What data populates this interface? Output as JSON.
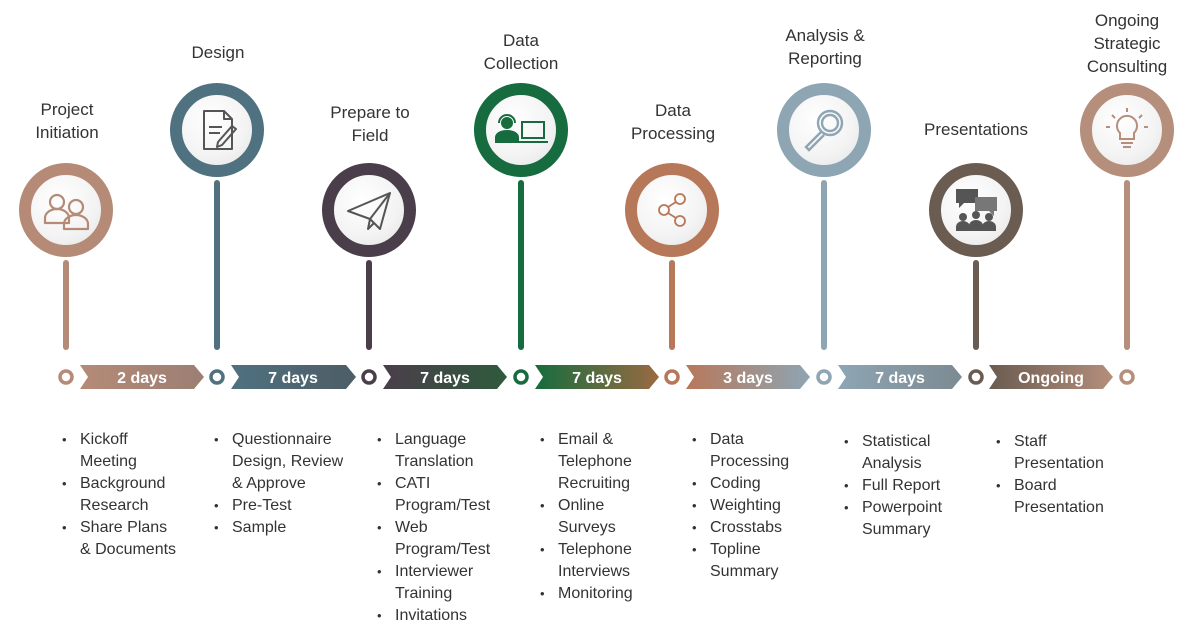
{
  "stages": [
    {
      "title": "Project\nInitiation",
      "icon": "people-icon",
      "color": "#b58a77",
      "duration": "2 days",
      "tasks": [
        "Kickoff\nMeeting",
        "Background\nResearch",
        "Share Plans\n& Documents"
      ]
    },
    {
      "title": "Design",
      "icon": "document-pen-icon",
      "color": "#4f7180",
      "duration": "7 days",
      "tasks": [
        "Questionnaire\nDesign, Review\n& Approve",
        "Pre-Test",
        "Sample"
      ]
    },
    {
      "title": "Prepare to\nField",
      "icon": "paper-plane-icon",
      "color": "#4a3e4a",
      "duration": "7 days",
      "tasks": [
        "Language\nTranslation",
        "CATI\nProgram/Test",
        "Web\nProgram/Test",
        "Interviewer\nTraining",
        "Invitations"
      ]
    },
    {
      "title": "Data\nCollection",
      "icon": "call-center-icon",
      "color": "#166c3e",
      "duration": "7 days",
      "tasks": [
        "Email &\nTelephone\nRecruiting",
        "Online\nSurveys",
        "Telephone\nInterviews",
        "Monitoring"
      ]
    },
    {
      "title": "Data\nProcessing",
      "icon": "share-nodes-icon",
      "color": "#b7785a",
      "duration": "3 days",
      "tasks": [
        "Data\nProcessing",
        "Coding",
        "Weighting",
        "Crosstabs",
        "Topline\nSummary"
      ]
    },
    {
      "title": "Analysis &\nReporting",
      "icon": "magnifier-icon",
      "color": "#8ea5b3",
      "duration": "7 days",
      "tasks": [
        "Statistical\nAnalysis",
        "Full Report",
        "Powerpoint\nSummary"
      ]
    },
    {
      "title": "Presentations",
      "icon": "meeting-icon",
      "color": "#6a5c51",
      "duration": "Ongoing",
      "tasks": [
        "Staff\nPresentation",
        "Board\nPresentation"
      ]
    },
    {
      "title": "Ongoing\nStrategic\nConsulting",
      "icon": "lightbulb-icon",
      "color": "#b58e7c",
      "duration": "",
      "tasks": []
    }
  ],
  "dots": [
    "#b58a77",
    "#4f7180",
    "#4a3e4a",
    "#166c3e",
    "#b7785a",
    "#8ea5b3",
    "#6a5c51",
    "#b58e7c"
  ]
}
